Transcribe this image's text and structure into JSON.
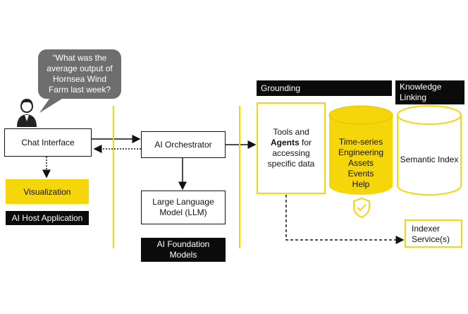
{
  "speech_bubble": {
    "text": "“What was the average output of Hornsea Wind Farm last week?"
  },
  "left_column": {
    "chat_interface": "Chat Interface",
    "visualization": "Visualization",
    "host_label": "AI Host Application"
  },
  "middle_column": {
    "orchestrator": "AI Orchestrator",
    "llm_line1": "Large Language",
    "llm_line2": "Model (LLM)",
    "foundation_label_line1": "AI Foundation",
    "foundation_label_line2": "Models"
  },
  "grounding": {
    "header": "Grounding",
    "tools_line1": "Tools and",
    "tools_bold": "Agents",
    "tools_line2_rest": " for",
    "tools_line3": "accessing",
    "tools_line4": "specific data",
    "cylinder_items": [
      "Time-series",
      "Engineering",
      "Assets",
      "Events",
      "Help"
    ]
  },
  "knowledge": {
    "header_line1": "Knowledge",
    "header_line2": "Linking",
    "semantic_index": "Semantic Index"
  },
  "indexer": {
    "line1": "Indexer",
    "line2": "Service(s)"
  },
  "colors": {
    "accent_yellow": "#f5d60a",
    "dark": "#0b0b0b",
    "bubble_gray": "#6e6e6e"
  },
  "icons": [
    "user-icon",
    "shield-check-icon"
  ]
}
